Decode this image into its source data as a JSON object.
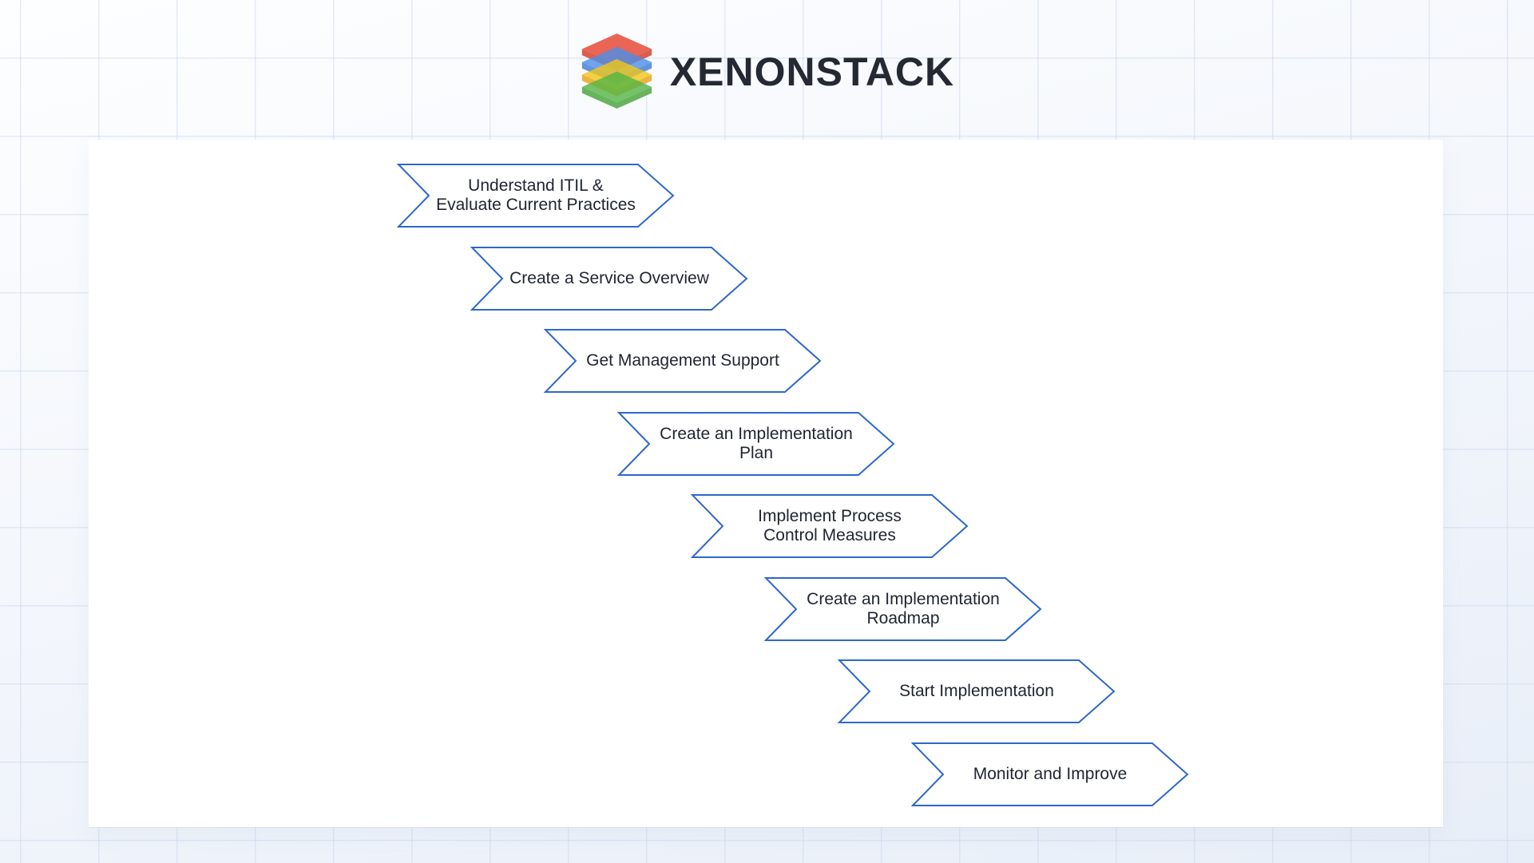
{
  "brand": {
    "name": "XENONSTACK",
    "logo_icon": "layered-stack-icon",
    "logo_colors": {
      "red": "#e8432e",
      "blue": "#4b8fe8",
      "yellow": "#f3c517",
      "green": "#52b544"
    },
    "text_color": "#242933"
  },
  "diagram": {
    "type": "staircase-process-flow",
    "shape": "right-pointing chevron ribbon",
    "style": {
      "stroke": "#2d68cc",
      "fill": "#ffffff",
      "text_color": "#1f2430"
    },
    "steps": [
      {
        "lines": [
          "Understand ITIL &",
          "Evaluate Current Practices"
        ]
      },
      {
        "lines": [
          "Create a Service Overview"
        ]
      },
      {
        "lines": [
          "Get Management Support"
        ]
      },
      {
        "lines": [
          "Create an Implementation",
          "Plan"
        ]
      },
      {
        "lines": [
          "Implement Process",
          "Control Measures"
        ]
      },
      {
        "lines": [
          "Create an Implementation",
          "Roadmap"
        ]
      },
      {
        "lines": [
          "Start Implementation"
        ]
      },
      {
        "lines": [
          "Monitor and Improve"
        ]
      }
    ]
  }
}
